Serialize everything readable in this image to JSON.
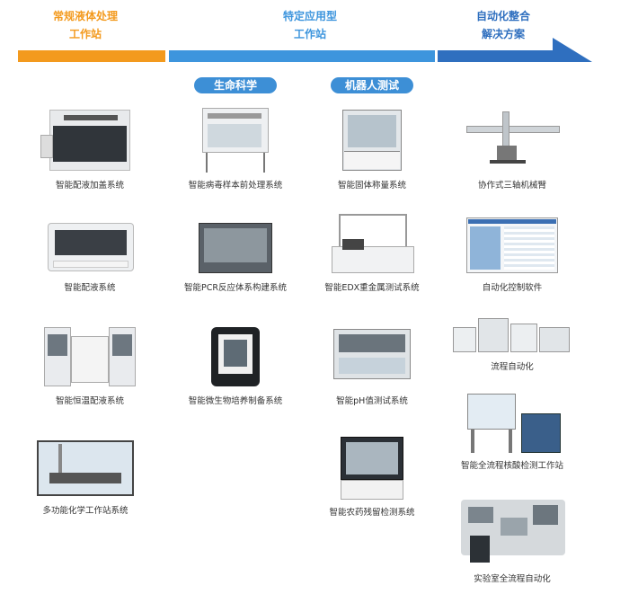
{
  "headers": {
    "col1": [
      "常规液体处理",
      "工作站"
    ],
    "col2": [
      "特定应用型",
      "工作站"
    ],
    "col3": [
      "自动化整合",
      "解决方案"
    ]
  },
  "colors": {
    "orange": "#f39a1e",
    "lightBlue": "#3d95dd",
    "darkBlue": "#2f6fbf",
    "pill": "#3d8fd6"
  },
  "pills": {
    "life": "生命科学",
    "robot": "机器人测试"
  },
  "columns": {
    "regular": [
      "智能配液加盖系统",
      "智能配液系统",
      "智能恒温配液系统",
      "多功能化学工作站系统"
    ],
    "life": [
      "智能病毒样本前处理系统",
      "智能PCR反应体系构建系统",
      "智能微生物培养制备系统"
    ],
    "robot": [
      "智能固体称量系统",
      "智能EDX重金属测试系统",
      "智能pH值测试系统",
      "智能农药残留检测系统"
    ],
    "auto": [
      "协作式三轴机械臂",
      "自动化控制软件",
      "流程自动化",
      "智能全流程核酸检测工作站",
      "实验室全流程自动化"
    ]
  }
}
